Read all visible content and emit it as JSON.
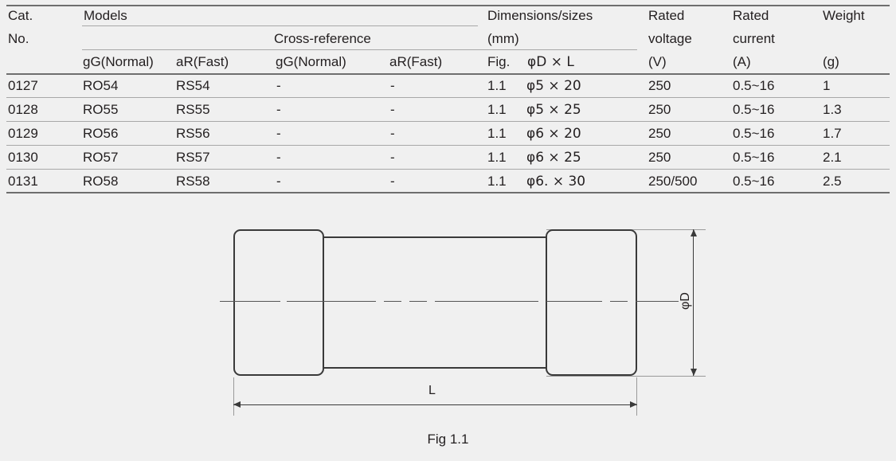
{
  "table": {
    "header": {
      "cat_no_line1": "Cat.",
      "cat_no_line2": "No.",
      "models_group": "Models",
      "cross_reference_group": "Cross-reference",
      "dimensions_line1": "Dimensions/sizes",
      "dimensions_line2": "(mm)",
      "rated_voltage_line1": "Rated",
      "rated_voltage_line2": "voltage",
      "rated_current_line1": "Rated",
      "rated_current_line2": "current",
      "weight_line1": "Weight",
      "sub": {
        "models_gg": "gG(Normal)",
        "models_ar": "aR(Fast)",
        "xref_gg": "gG(Normal)",
        "xref_ar": "aR(Fast)",
        "fig": "Fig.",
        "dia_len": "φD × L",
        "voltage_unit": "(V)",
        "current_unit": "(A)",
        "weight_unit": "(g)"
      }
    },
    "rows": [
      {
        "cat_no": "0127",
        "models_gg": "RO54",
        "models_ar": "RS54",
        "xref_gg": "-",
        "xref_ar": "-",
        "fig": "1.1",
        "dia_len": "φ5 × 20",
        "rated_voltage": "250",
        "rated_current": "0.5~16",
        "weight": "1"
      },
      {
        "cat_no": "0128",
        "models_gg": "RO55",
        "models_ar": "RS55",
        "xref_gg": "-",
        "xref_ar": "-",
        "fig": "1.1",
        "dia_len": "φ5 × 25",
        "rated_voltage": "250",
        "rated_current": "0.5~16",
        "weight": "1.3"
      },
      {
        "cat_no": "0129",
        "models_gg": "RO56",
        "models_ar": "RS56",
        "xref_gg": "-",
        "xref_ar": "-",
        "fig": "1.1",
        "dia_len": "φ6 × 20",
        "rated_voltage": "250",
        "rated_current": "0.5~16",
        "weight": "1.7"
      },
      {
        "cat_no": "0130",
        "models_gg": "RO57",
        "models_ar": "RS57",
        "xref_gg": "-",
        "xref_ar": "-",
        "fig": "1.1",
        "dia_len": "φ6 × 25",
        "rated_voltage": "250",
        "rated_current": "0.5~16",
        "weight": "2.1"
      },
      {
        "cat_no": "0131",
        "models_gg": "RO58",
        "models_ar": "RS58",
        "xref_gg": "-",
        "xref_ar": "-",
        "fig": "1.1",
        "dia_len": "φ6. × 30",
        "rated_voltage": "250/500",
        "rated_current": "0.5~16",
        "weight": "2.5"
      }
    ]
  },
  "diagram": {
    "caption": "Fig 1.1",
    "diameter_label": "φD",
    "length_label": "L"
  }
}
